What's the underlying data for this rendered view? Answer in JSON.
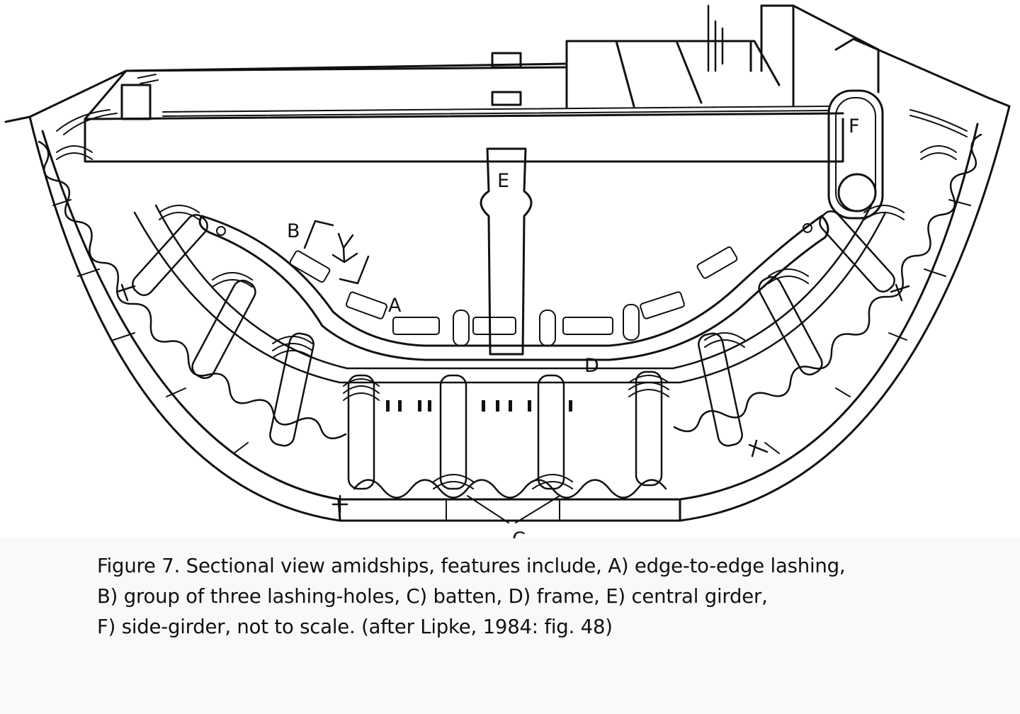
{
  "diagram": {
    "labels": {
      "a": "A",
      "b": "B",
      "c": "C",
      "d": "D",
      "e": "E",
      "f": "F"
    }
  },
  "caption": {
    "line1": "Figure 7. Sectional view amidships, features include, A) edge-to-edge lashing,",
    "line2": "B) group of three lashing-holes, C) batten, D) frame, E) central girder,",
    "line3": "F) side-girder, not to scale. (after Lipke, 1984: fig. 48)"
  },
  "colors": {
    "ink": "#111111",
    "paper": "#ffffff",
    "caption_band": "#f9f9f9"
  }
}
